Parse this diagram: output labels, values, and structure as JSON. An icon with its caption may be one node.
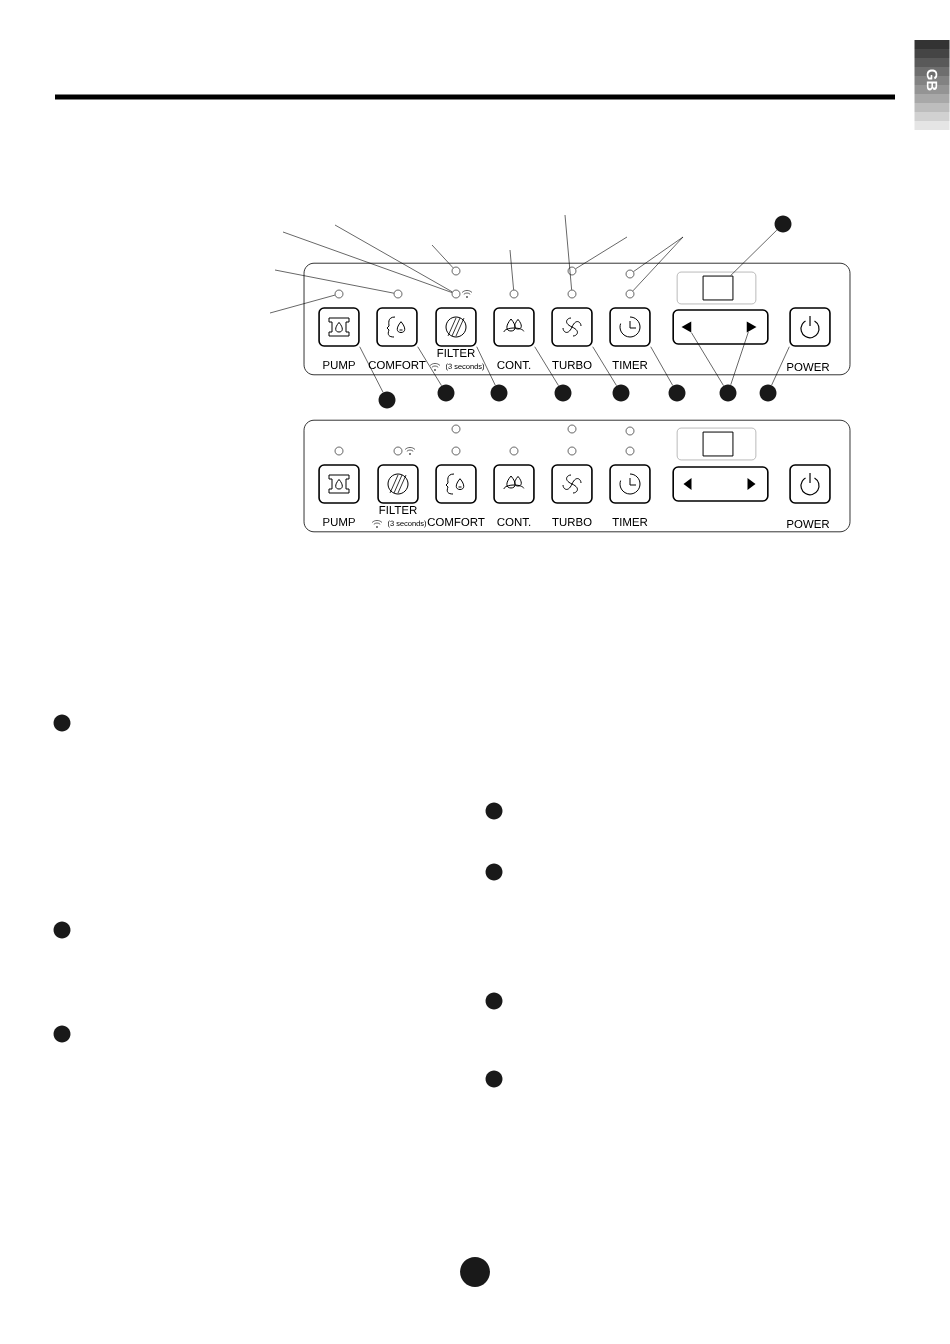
{
  "diagram": {
    "nodes": [
      {
        "text": [
          "GB"
        ]
      },
      {
        "text": [],
        "shape": "box"
      },
      {
        "text": [],
        "shape": "box",
        "in": 1
      },
      {
        "text": [],
        "shape": "box",
        "in": 2
      },
      {
        "text": [],
        "shape": "circle",
        "in": 1
      },
      {
        "text": [],
        "shape": "circle",
        "in": 1
      },
      {
        "text": [],
        "shape": "circle",
        "in": 1
      },
      {
        "text": [],
        "shape": "circle",
        "in": 1
      },
      {
        "text": [],
        "shape": "circle",
        "in": 1
      },
      {
        "text": [],
        "shape": "circle",
        "in": 1
      },
      {
        "text": [],
        "shape": "circle",
        "in": 1
      },
      {
        "text": [],
        "shape": "circle",
        "in": 1
      },
      {
        "text": [],
        "shape": "circle",
        "in": 1
      },
      {
        "text": [
          "PUMP"
        ],
        "in": 1
      },
      {
        "text": [
          "COMFORT"
        ],
        "in": 1
      },
      {
        "text": [
          "FILTER",
          "(3 seconds)"
        ],
        "in": 1
      },
      {
        "text": [
          "CONT."
        ],
        "in": 1
      },
      {
        "text": [
          "TURBO"
        ],
        "in": 1
      },
      {
        "text": [
          "TIMER"
        ],
        "in": 1
      },
      {
        "text": [],
        "shape": "box",
        "in": 1
      },
      {
        "text": [],
        "shape": "triangle",
        "in": 19
      },
      {
        "text": [],
        "shape": "triangle",
        "in": 19
      },
      {
        "text": [
          "POWER"
        ],
        "in": 1
      },
      {
        "text": [],
        "shape": "circle"
      },
      {
        "text": [],
        "shape": "circle"
      },
      {
        "text": [],
        "shape": "circle"
      },
      {
        "text": [],
        "shape": "circle"
      },
      {
        "text": [],
        "shape": "circle"
      },
      {
        "text": [],
        "shape": "circle"
      },
      {
        "text": [],
        "shape": "circle"
      },
      {
        "text": [],
        "shape": "circle"
      },
      {
        "text": [],
        "shape": "circle"
      },
      {
        "text": [],
        "shape": "box"
      },
      {
        "text": [],
        "shape": "box",
        "in": 32
      },
      {
        "text": [],
        "shape": "box",
        "in": 33
      },
      {
        "text": [
          "PUMP"
        ],
        "in": 32
      },
      {
        "text": [
          "FILTER",
          "(3 seconds)"
        ],
        "in": 32
      },
      {
        "text": [
          "COMFORT"
        ],
        "in": 32
      },
      {
        "text": [
          "CONT."
        ],
        "in": 32
      },
      {
        "text": [
          "TURBO"
        ],
        "in": 32
      },
      {
        "text": [
          "TIMER"
        ],
        "in": 32
      },
      {
        "text": [],
        "shape": "box",
        "in": 32
      },
      {
        "text": [
          "POWER"
        ],
        "in": 32
      },
      {
        "text": [],
        "shape": "circle"
      },
      {
        "text": [],
        "shape": "circle"
      },
      {
        "text": [],
        "shape": "circle"
      },
      {
        "text": [],
        "shape": "circle"
      },
      {
        "text": [],
        "shape": "circle"
      },
      {
        "text": [],
        "shape": "circle"
      },
      {
        "text": [],
        "shape": "circle"
      },
      {
        "text": [],
        "shape": "circle"
      }
    ],
    "edges": [
      {
        "from": null,
        "to": 4,
        "arrow": "none"
      },
      {
        "from": null,
        "to": 5,
        "arrow": "none"
      },
      {
        "from": null,
        "to": 7,
        "arrow": "none"
      },
      {
        "from": null,
        "to": 7,
        "arrow": "none"
      },
      {
        "from": null,
        "to": 6,
        "arrow": "none"
      },
      {
        "from": null,
        "to": 8,
        "arrow": "none"
      },
      {
        "from": null,
        "to": 10,
        "arrow": "none"
      },
      {
        "from": null,
        "to": 9,
        "arrow": "none"
      },
      {
        "from": null,
        "to": 11,
        "arrow": "none"
      },
      {
        "from": null,
        "to": 12,
        "arrow": "none"
      },
      {
        "from": 23,
        "to": 3,
        "arrow": "none"
      },
      {
        "from": 24,
        "to": 13,
        "arrow": "none"
      },
      {
        "from": 25,
        "to": 14,
        "arrow": "none"
      },
      {
        "from": 26,
        "to": 15,
        "arrow": "none"
      },
      {
        "from": 27,
        "to": 16,
        "arrow": "none"
      },
      {
        "from": 28,
        "to": 17,
        "arrow": "none"
      },
      {
        "from": 29,
        "to": 18,
        "arrow": "none"
      },
      {
        "from": 30,
        "to": 20,
        "arrow": "none"
      },
      {
        "from": 30,
        "to": 21,
        "arrow": "none"
      },
      {
        "from": 31,
        "to": 22,
        "arrow": "none"
      }
    ]
  }
}
